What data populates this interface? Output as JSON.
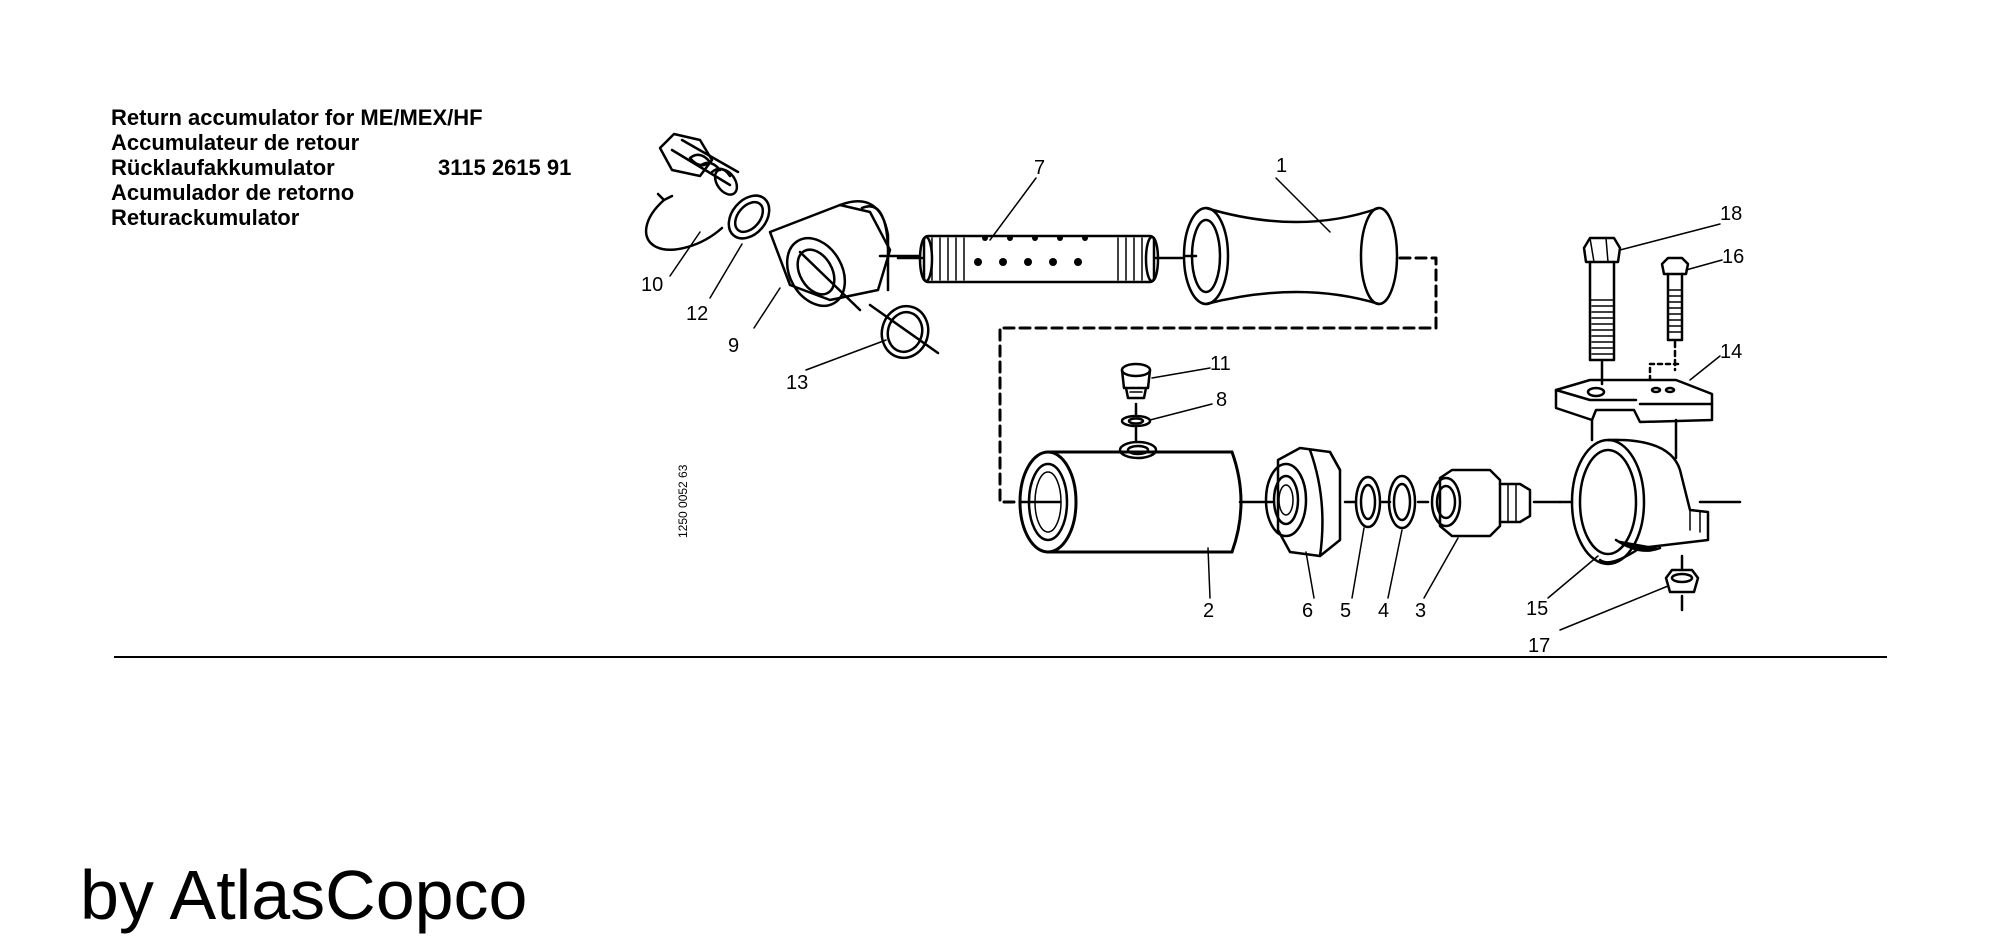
{
  "title": {
    "lines": [
      "Return accumulator for ME/MEX/HF",
      "Accumulateur de retour",
      "Rücklaufakkumulator",
      "Acumulador de retorno",
      "Returackumulator"
    ],
    "part_number": "3115 2615 91"
  },
  "drawing_reference": "1250 0052 63",
  "callouts": {
    "c1": "1",
    "c2": "2",
    "c3": "3",
    "c4": "4",
    "c5": "5",
    "c6": "6",
    "c7": "7",
    "c8": "8",
    "c9": "9",
    "c10": "10",
    "c11": "11",
    "c12": "12",
    "c13": "13",
    "c14": "14",
    "c15": "15",
    "c16": "16",
    "c17": "17",
    "c18": "18"
  },
  "footer": "by AtlasCopco"
}
